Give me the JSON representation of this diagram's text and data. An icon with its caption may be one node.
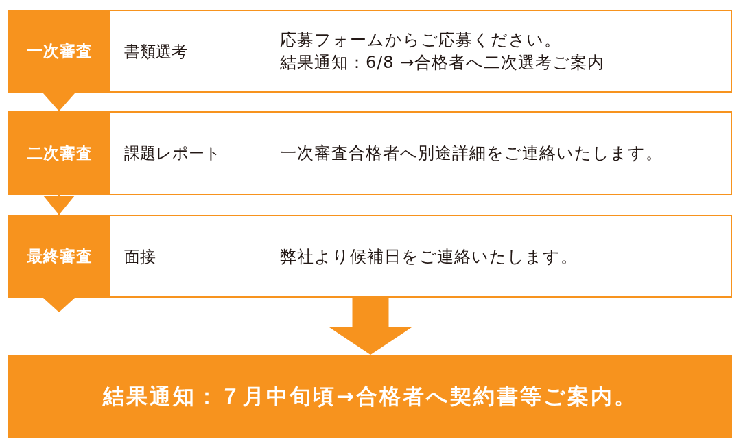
{
  "diagram": {
    "nodes": [
      {
        "text": [
          "一次審査",
          "書類選考",
          "応募フォームからご応募ください。結果通知：6/8 →合格者へ二次選考ご案内"
        ]
      },
      {
        "text": [
          "二次審査",
          "課題レポート",
          "一次審査合格者へ別途詳細をご連絡いたします。"
        ]
      },
      {
        "text": [
          "最終審査",
          "面接",
          "弊社より候補日をご連絡いたします。"
        ]
      },
      {
        "text": [
          "結果通知：７月中旬頃→合格者へ契約書等ご案内。"
        ]
      }
    ],
    "edges": [
      {
        "from": 0,
        "to": 1,
        "arrow": "to"
      },
      {
        "from": 1,
        "to": 2,
        "arrow": "to"
      },
      {
        "from": 2,
        "to": null,
        "arrow": "to"
      },
      {
        "from": 2,
        "to": 3,
        "arrow": "to",
        "style": "thick"
      }
    ]
  }
}
